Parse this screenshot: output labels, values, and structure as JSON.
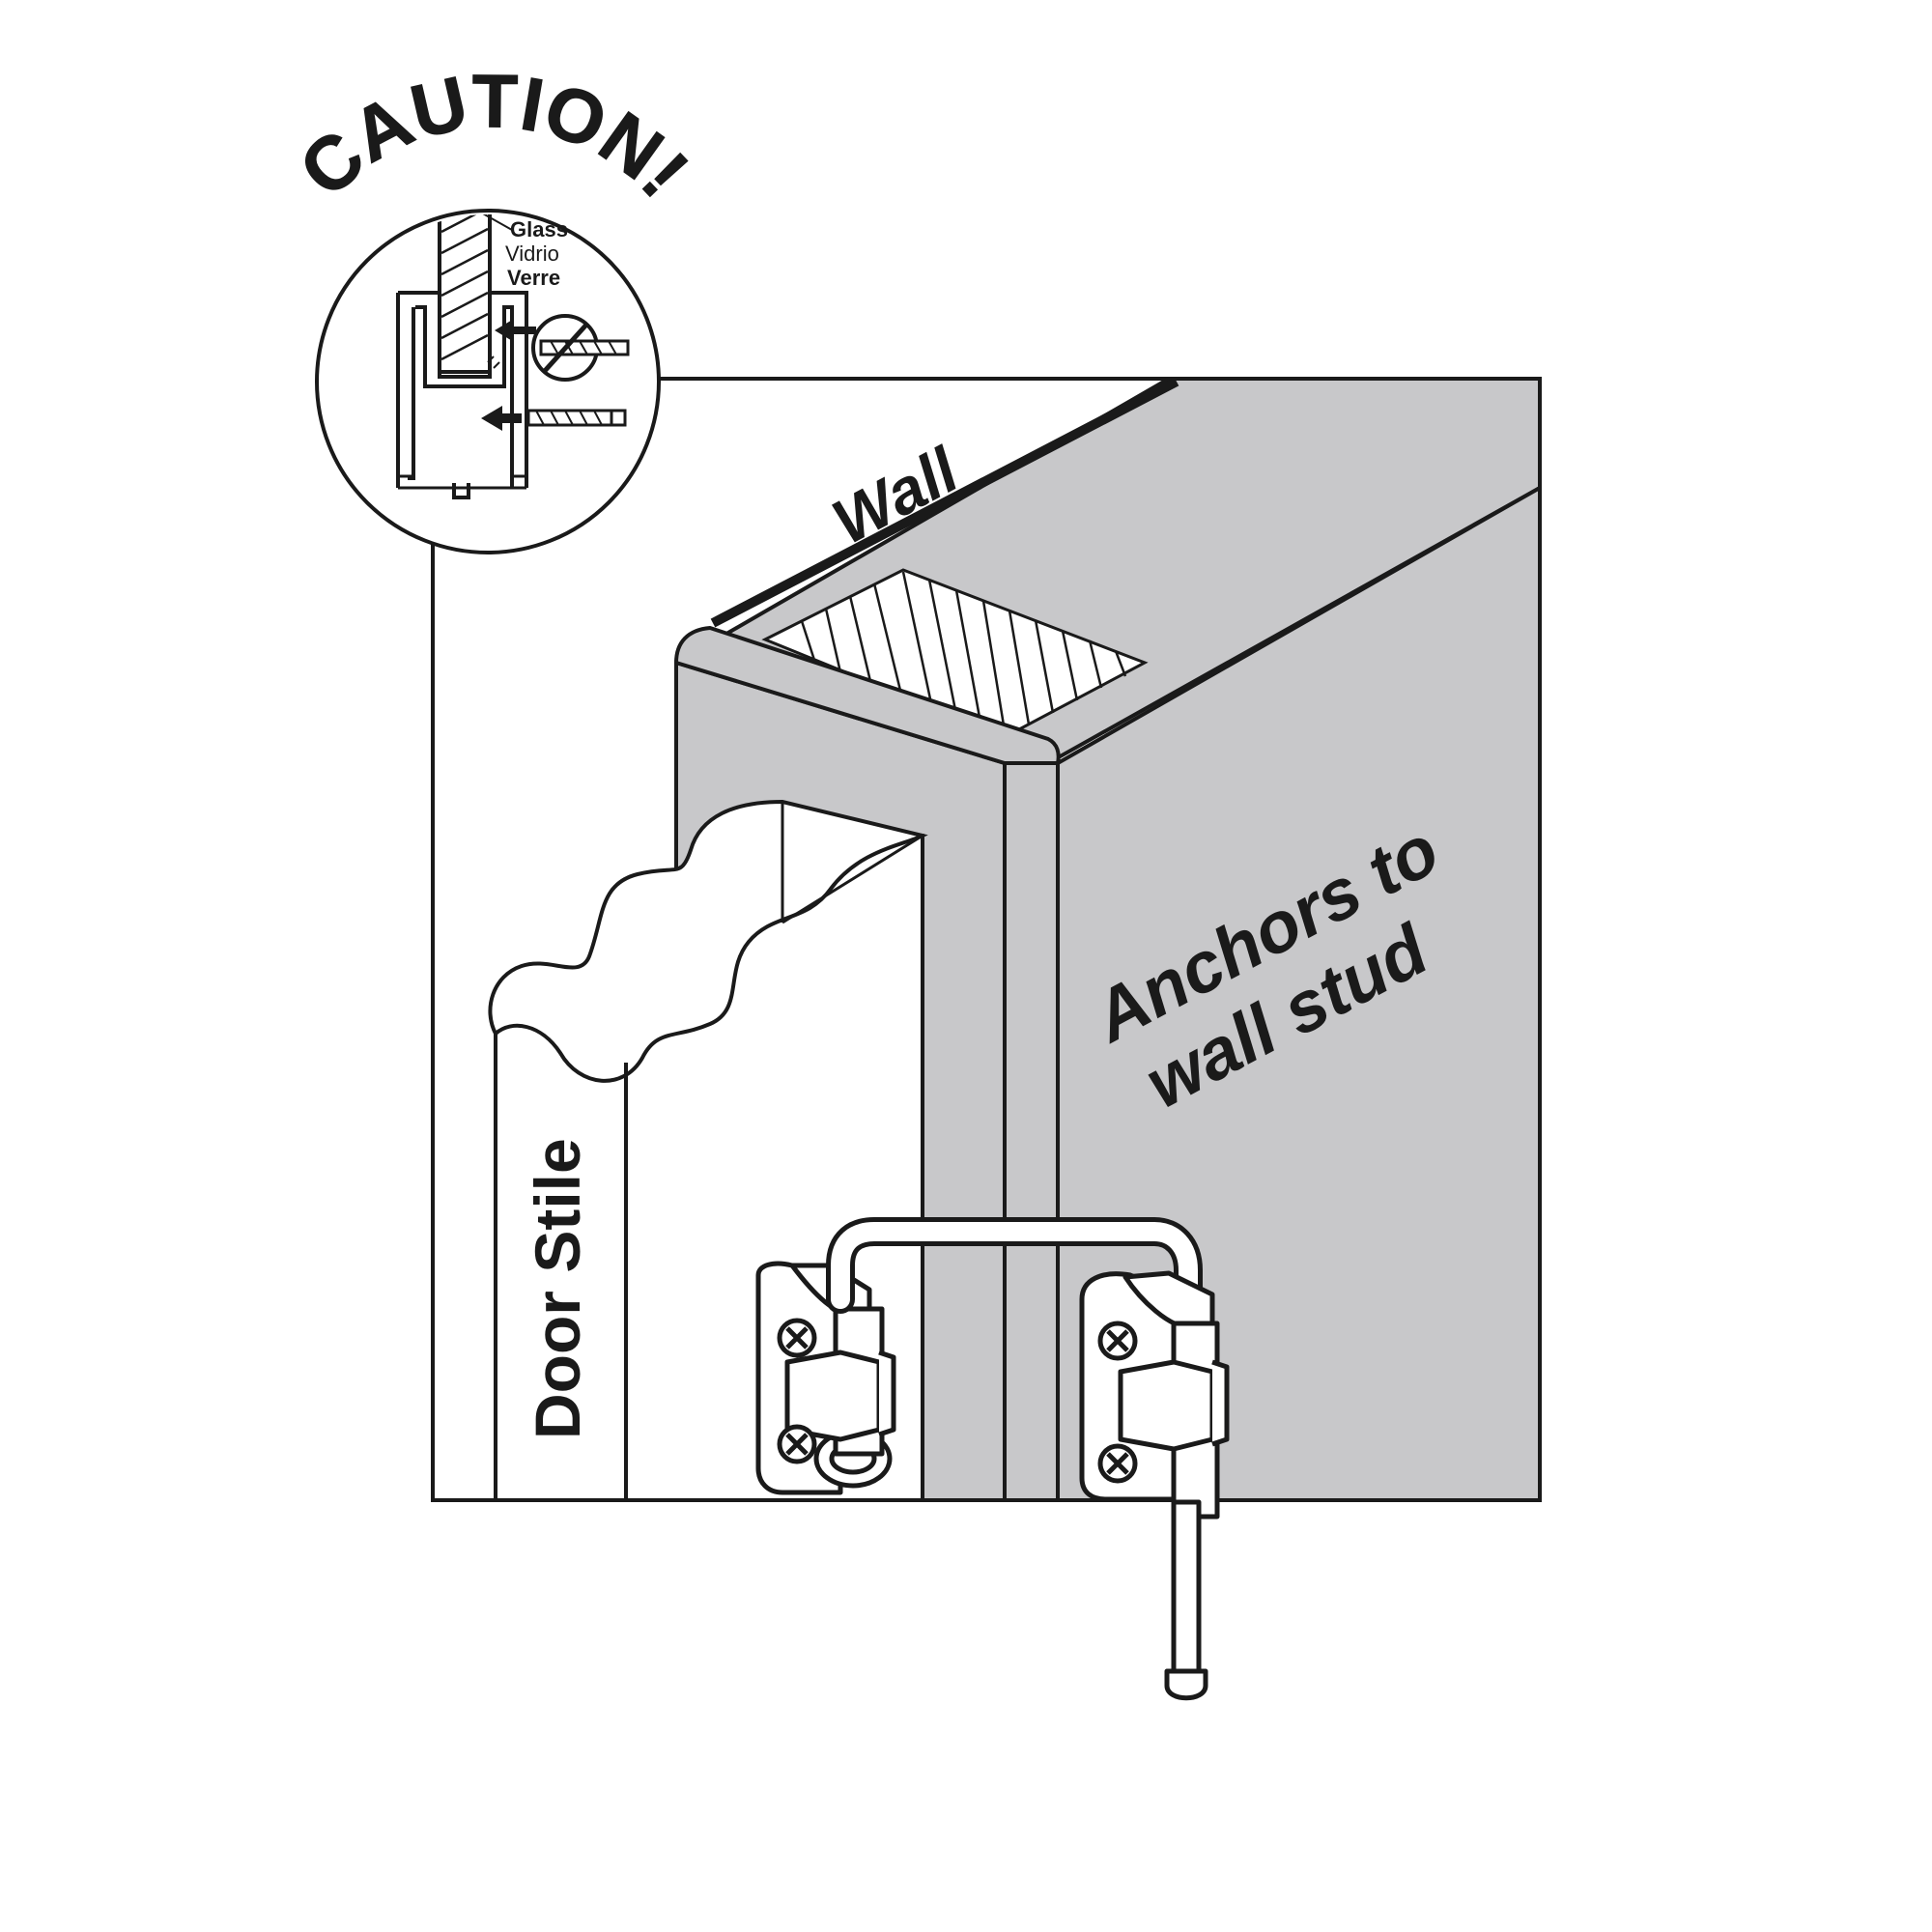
{
  "labels": {
    "caution": "CAUTION!",
    "glass": "Glass",
    "vidrio": "Vidrio",
    "verre": "Verre",
    "wall": "Wall",
    "anchors_line1": "Anchors to",
    "anchors_line2": "wall stud",
    "door_stile": "Door Stile"
  },
  "colors": {
    "line": "#1a1a1a",
    "wall_fill": "#c8c8ca",
    "background": "#ffffff"
  },
  "icons": [
    "drill-bit-icon",
    "no-drill-symbol-icon",
    "arrow-left-icon",
    "screw-icon"
  ]
}
